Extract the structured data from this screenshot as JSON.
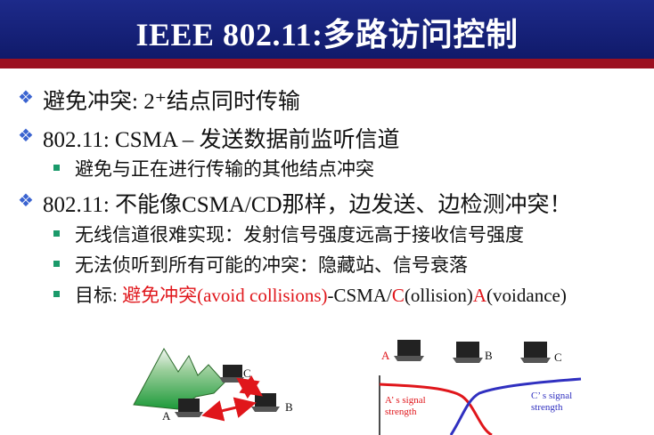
{
  "title": "IEEE 802.11:多路访问控制",
  "bullets": {
    "b1": "避免冲突: 2⁺结点同时传输",
    "b2": "802.11: CSMA – 发送数据前监听信道",
    "b2_sub1": "避免与正在进行传输的其他结点冲突",
    "b3": "802.11: 不能像CSMA/CD那样，边发送、边检测冲突！",
    "b3_sub1": "无线信道很难实现：发射信号强度远高于接收信号强度",
    "b3_sub2": "无法侦听到所有可能的冲突：隐藏站、信号衰落",
    "b3_sub3": {
      "prefix": "目标: ",
      "red1": "避免冲突(avoid collisions)",
      "mid1": "-CSMA/",
      "red2": "C",
      "mid2": "(ollision)",
      "red3": "A",
      "suffix": "(voidance)"
    }
  },
  "figure_left": {
    "label_a": "A",
    "label_b": "B",
    "label_c": "C"
  },
  "figure_right": {
    "label_a": "A",
    "label_b": "B",
    "label_c": "C",
    "a_signal_line1": "A’ s signal",
    "a_signal_line2": "strength",
    "c_signal_line1": "C’ s signal",
    "c_signal_line2": "strength"
  },
  "colors": {
    "title_bg": "#141f78",
    "title_stripe": "#9b1020",
    "accent_red": "#e0161b",
    "diamond": "#3a63d0"
  }
}
